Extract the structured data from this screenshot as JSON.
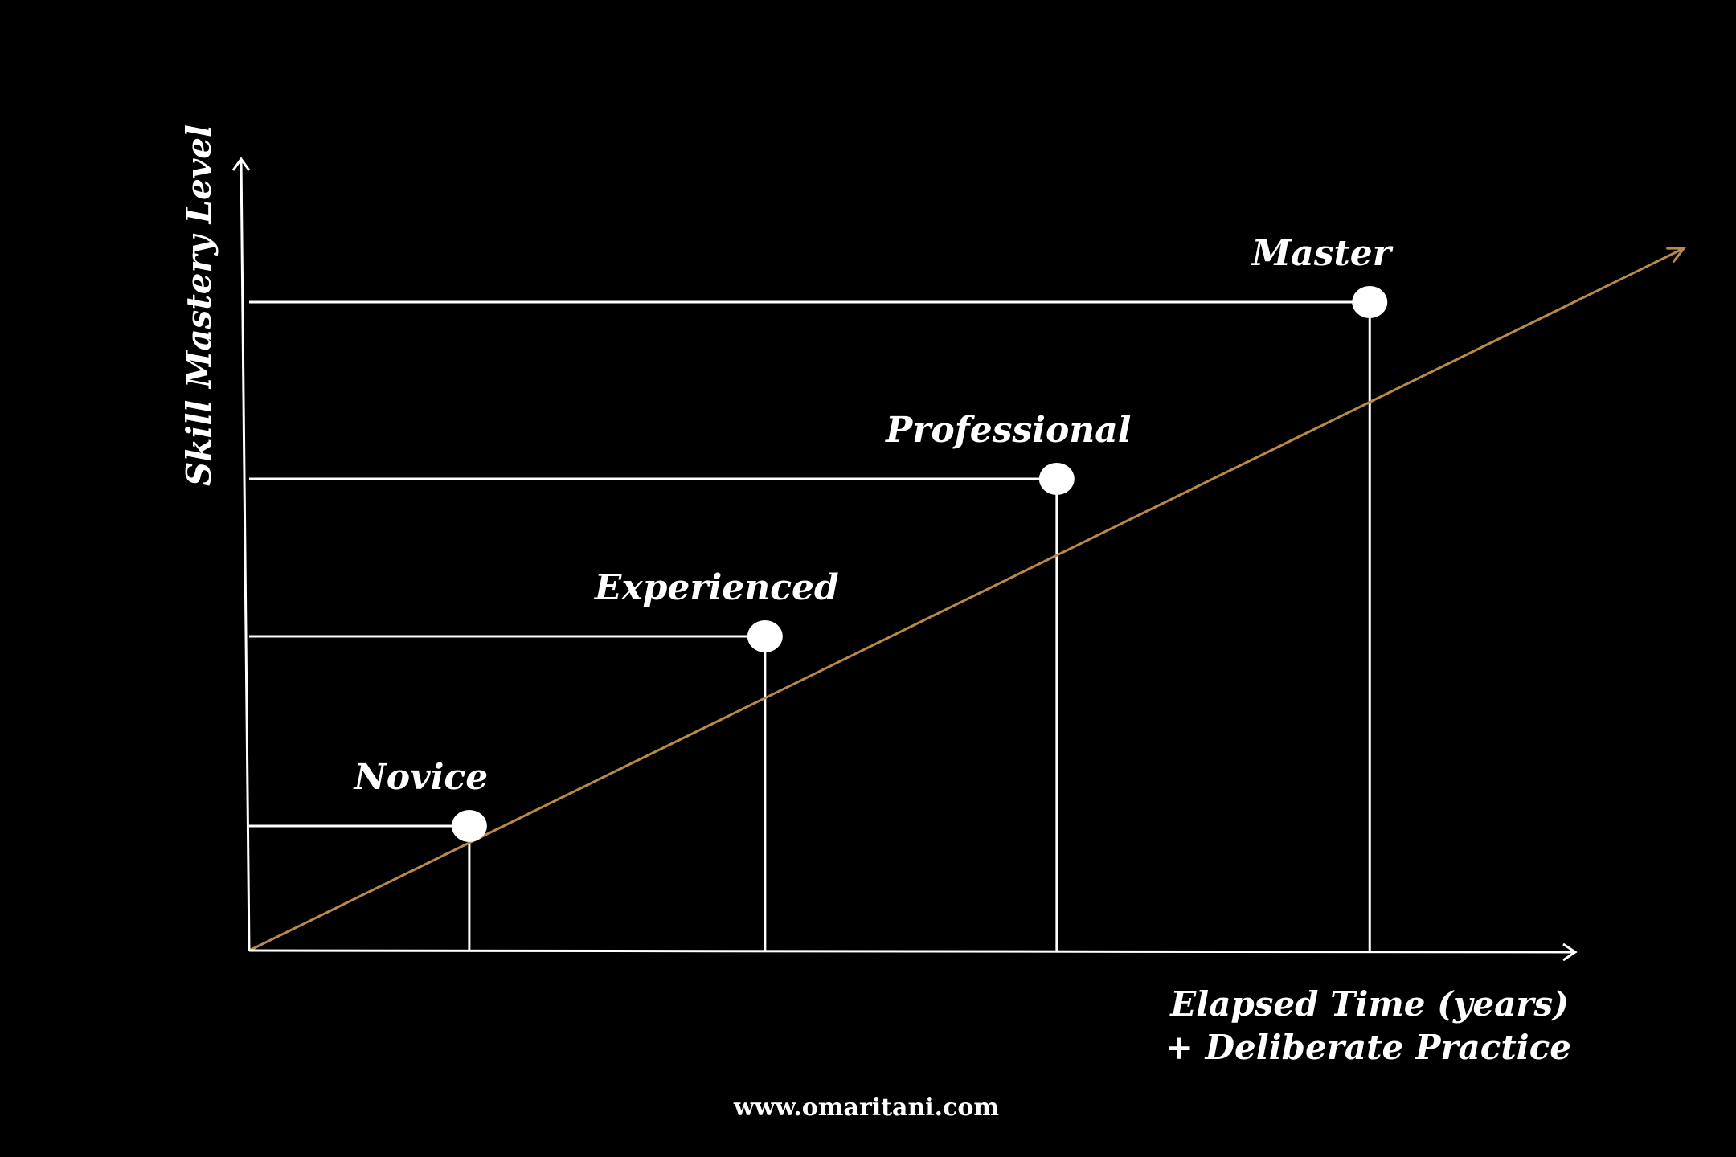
{
  "chart_data": {
    "type": "line",
    "ylabel": "Skill Mastery Level",
    "xlabel_lines": [
      "Elapsed Time (years)",
      "+ Deliberate Practice"
    ],
    "xlim": [
      0,
      10
    ],
    "ylim": [
      0,
      10
    ],
    "grid": false,
    "legend": "none",
    "trend": {
      "color": "#b8894a",
      "start": [
        0,
        0
      ],
      "end": [
        10.82,
        8.74
      ]
    },
    "points": [
      {
        "label": "Novice",
        "x": 1.66,
        "y": 1.55
      },
      {
        "label": "Experienced",
        "x": 3.89,
        "y": 3.91
      },
      {
        "label": "Professional",
        "x": 6.09,
        "y": 5.87
      },
      {
        "label": "Master",
        "x": 8.45,
        "y": 8.07
      }
    ]
  },
  "footer": "www.omaritani.com"
}
